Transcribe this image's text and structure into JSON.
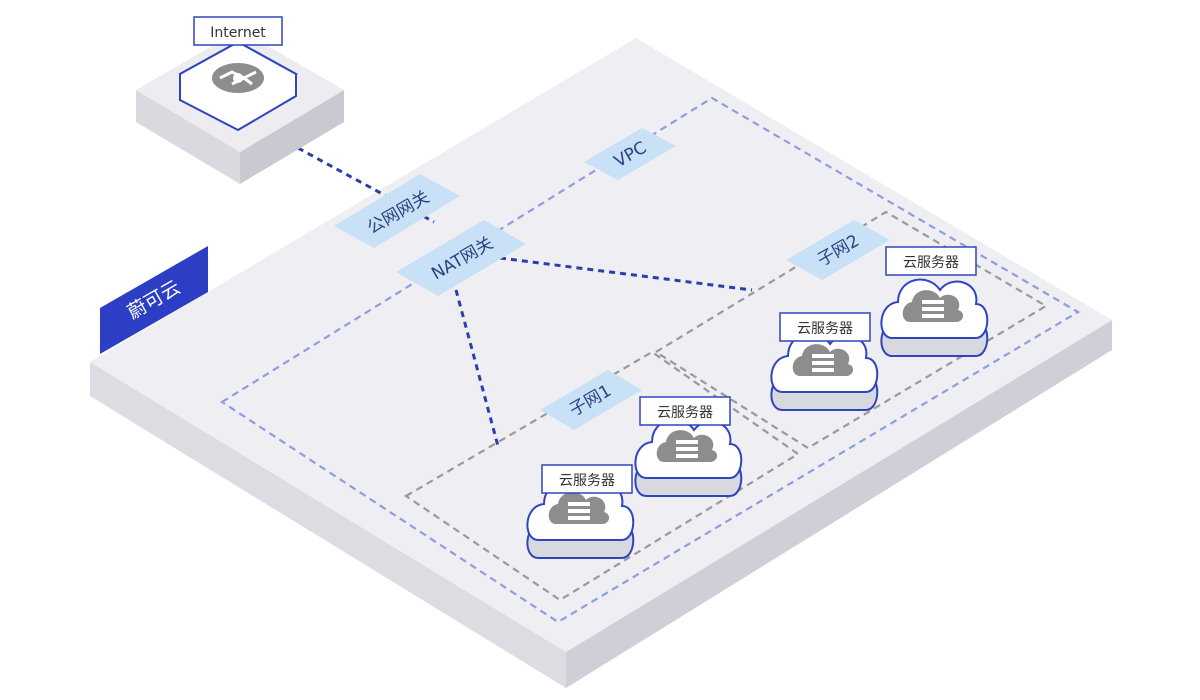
{
  "diagram": {
    "brand_label": "蔚可云",
    "internet_label": "Internet",
    "vpc_label": "VPC",
    "public_gateway_label": "公网网关",
    "nat_gateway_label": "NAT网关",
    "subnet1_label": "子网1",
    "subnet2_label": "子网2",
    "server_labels": [
      "云服务器",
      "云服务器",
      "云服务器",
      "云服务器"
    ],
    "colors": {
      "platform_top": "#eeeef3",
      "platform_left": "#dcdce3",
      "platform_right": "#cfcfd8",
      "brand_bg": "#2c3fc4",
      "tag_bg": "#c9e1f6",
      "tag_text": "#2f3f7f",
      "link_line": "#2b3fa8",
      "vpc_border": "#8e9de0",
      "subnet_border": "#9a9a9a",
      "server_outline": "#2f45c0",
      "server_icon": "#8d8d8d"
    }
  }
}
